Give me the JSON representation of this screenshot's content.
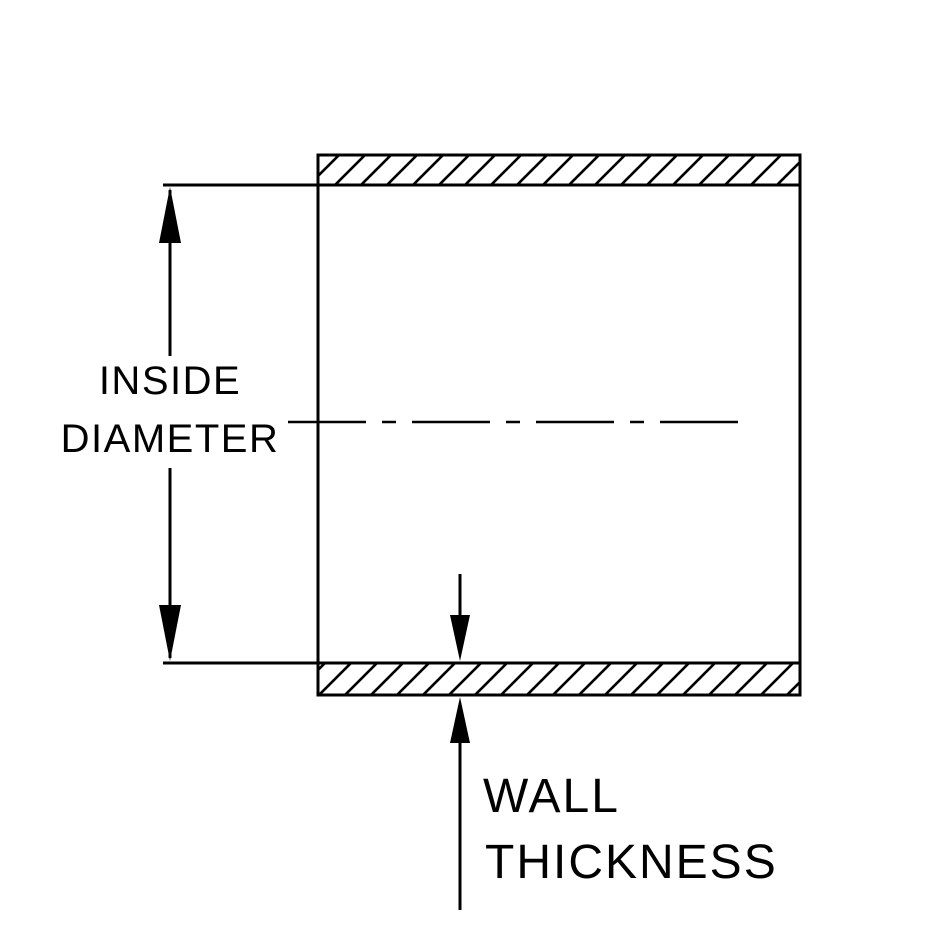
{
  "diagram": {
    "labels": {
      "inside_diameter_line1": "INSIDE",
      "inside_diameter_line2": "DIAMETER",
      "wall_thickness_line1": "WALL",
      "wall_thickness_line2": "THICKNESS"
    },
    "colors": {
      "line": "#000000",
      "background": "#ffffff"
    }
  }
}
